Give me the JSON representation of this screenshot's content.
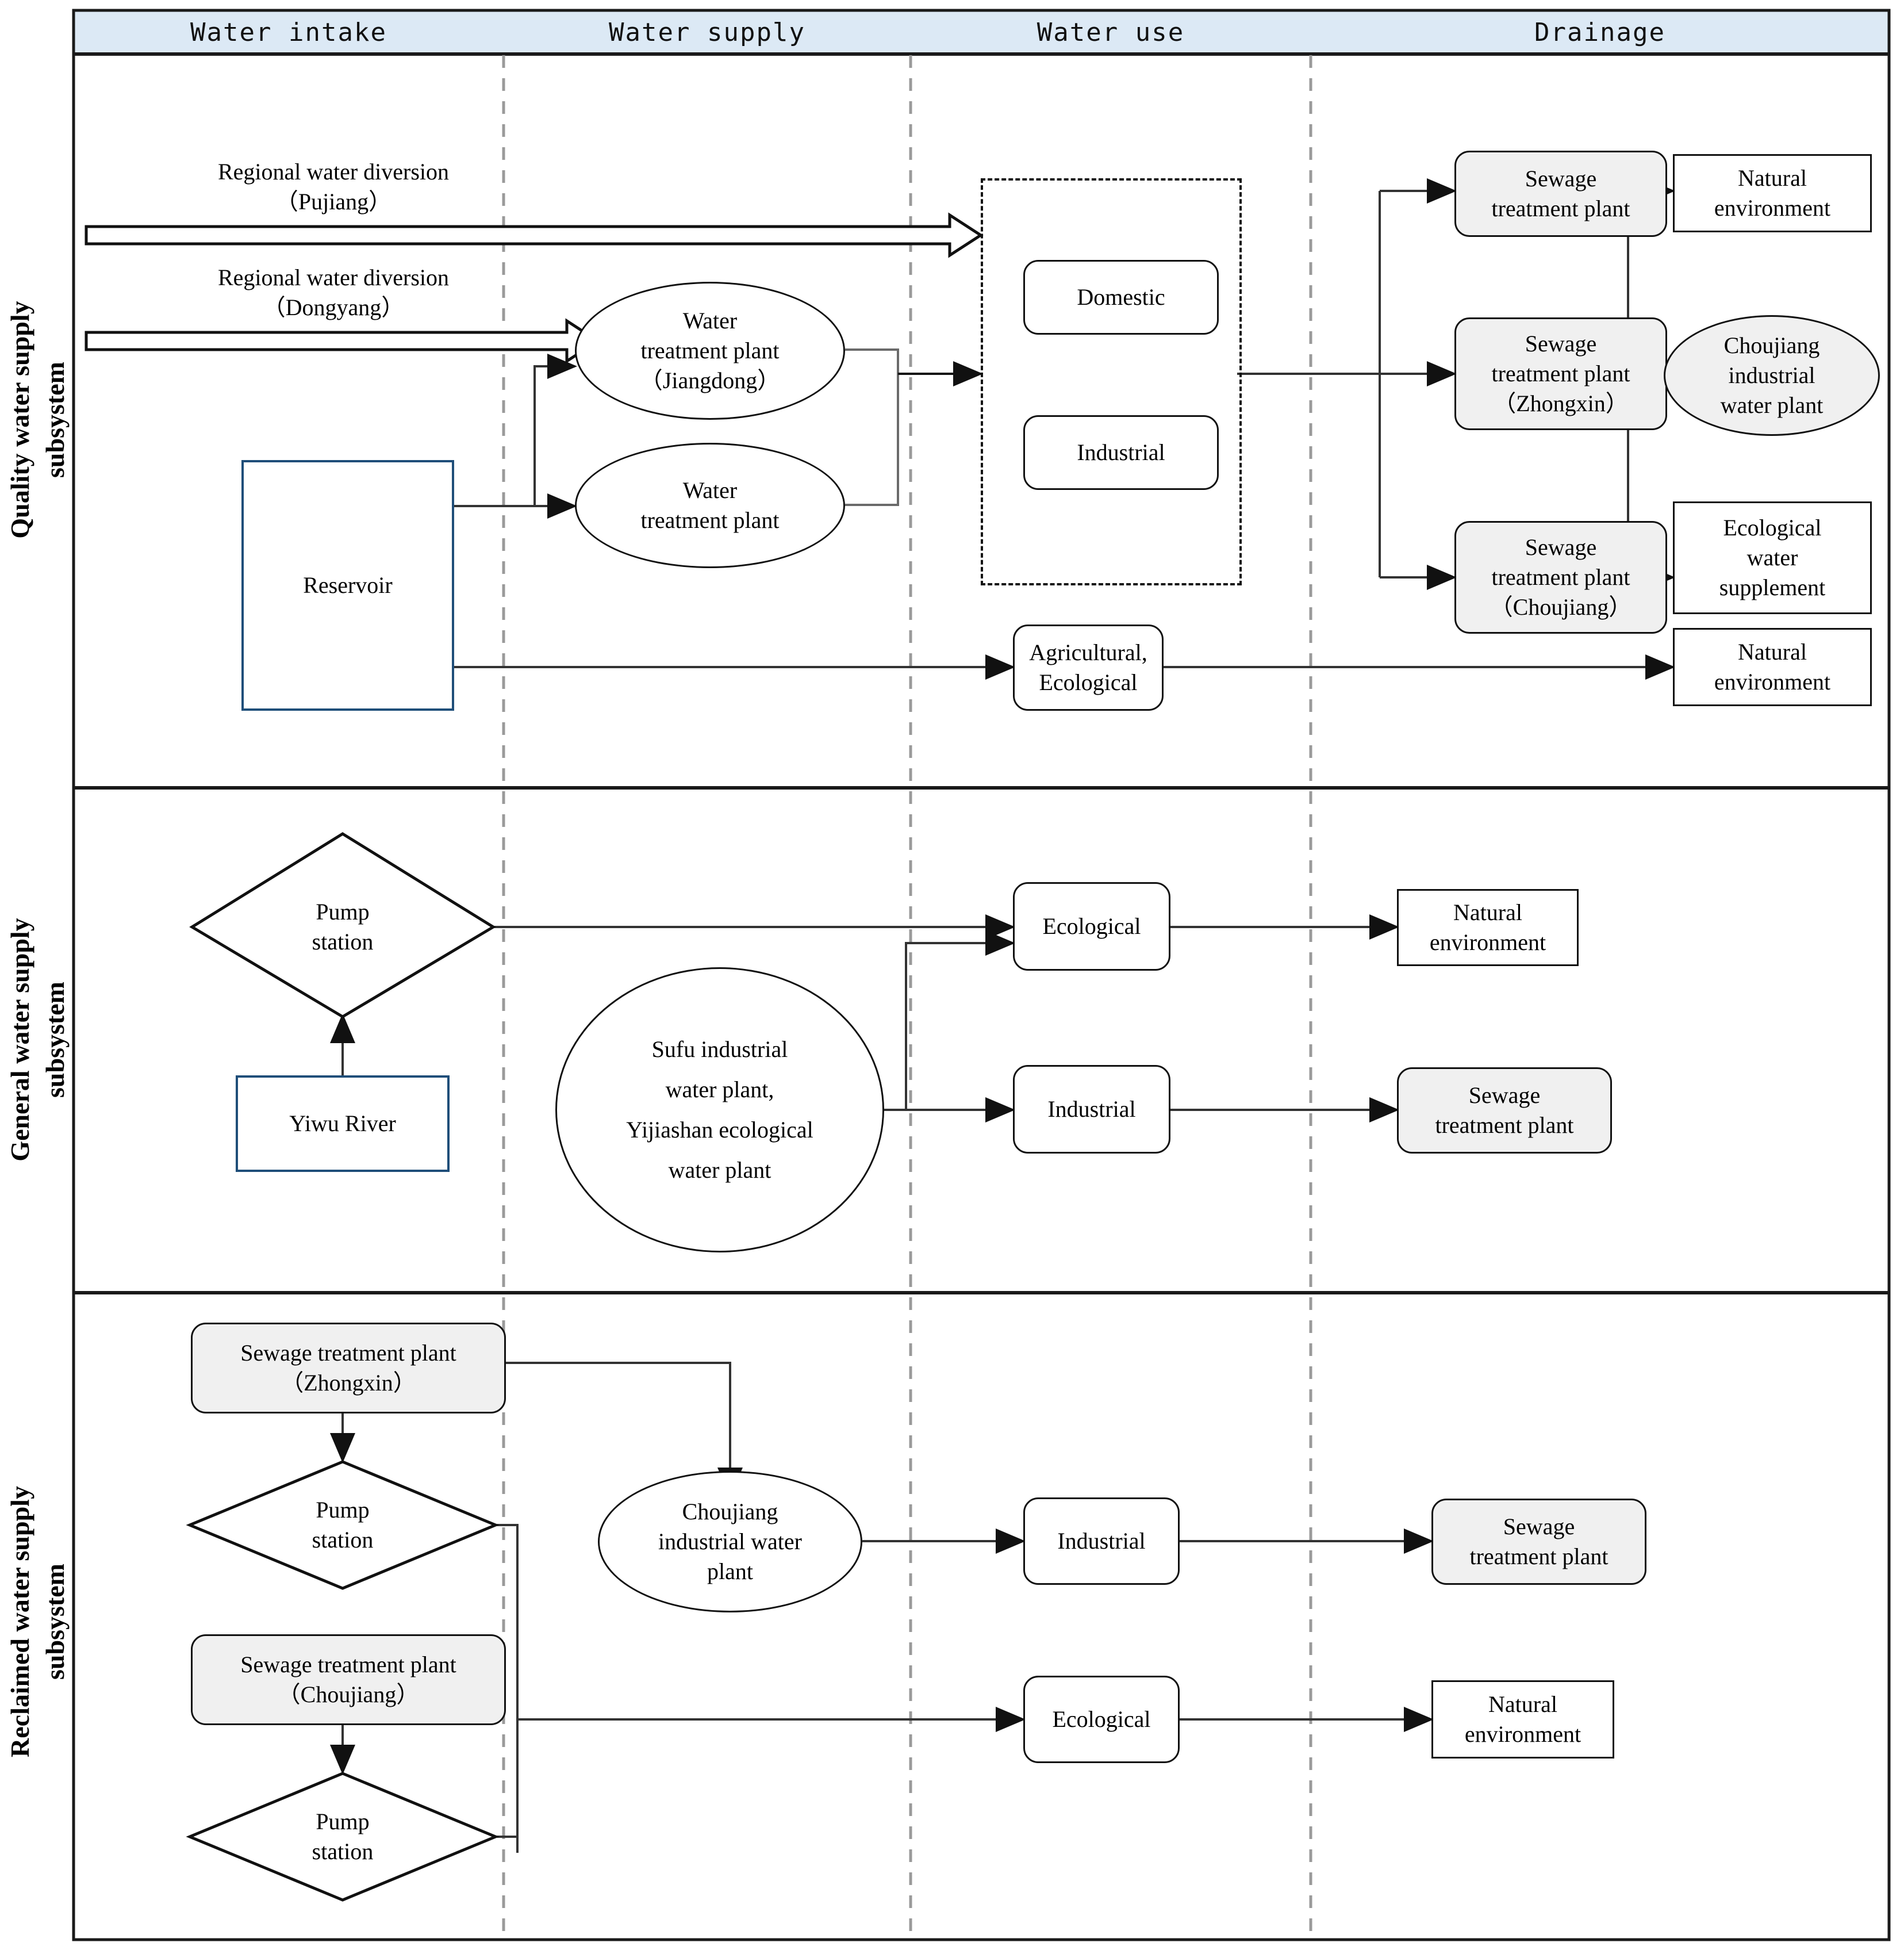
{
  "figure": {
    "type": "flow-diagram",
    "title_present": false,
    "columns": [
      {
        "id": "intake",
        "label": "Water intake"
      },
      {
        "id": "supply",
        "label": "Water supply"
      },
      {
        "id": "use",
        "label": "Water use"
      },
      {
        "id": "drainage",
        "label": "Drainage"
      }
    ],
    "rows": [
      {
        "id": "quality",
        "label_line1": "Quality water supply",
        "label_line2": "subsystem"
      },
      {
        "id": "general",
        "label_line1": "General water supply",
        "label_line2": "subsystem"
      },
      {
        "id": "reclaimed",
        "label_line1": "Reclaimed water supply",
        "label_line2": "subsystem"
      }
    ],
    "colors": {
      "header_fill": "#dce9f5",
      "border": "#1a1a1a",
      "gray_fill": "#f0f0f0",
      "blue_border": "#1f4e79",
      "divider_dashed": "#9a9a9a"
    }
  },
  "quality": {
    "intake": {
      "diversion_pujiang_line1": "Regional water diversion",
      "diversion_pujiang_line2": "（Pujiang）",
      "diversion_dongyang_line1": "Regional water diversion",
      "diversion_dongyang_line2": "（Dongyang）",
      "reservoir": "Reservoir"
    },
    "supply": {
      "wtp_jiangdong_line1": "Water",
      "wtp_jiangdong_line2": "treatment plant",
      "wtp_jiangdong_line3": "（Jiangdong）",
      "wtp_plain_line1": "Water",
      "wtp_plain_line2": "treatment plant"
    },
    "use": {
      "domestic": "Domestic",
      "industrial": "Industrial",
      "agri_eco_line1": "Agricultural,",
      "agri_eco_line2": "Ecological"
    },
    "drainage": {
      "stp_plain_line1": "Sewage",
      "stp_plain_line2": "treatment plant",
      "stp_zhongxin_line1": "Sewage",
      "stp_zhongxin_line2": "treatment plant",
      "stp_zhongxin_line3": "（Zhongxin）",
      "stp_choujiang_line1": "Sewage",
      "stp_choujiang_line2": "treatment plant",
      "stp_choujiang_line3": "（Choujiang）",
      "natural_env_top_line1": "Natural",
      "natural_env_top_line2": "environment",
      "choujiang_plant_line1": "Choujiang",
      "choujiang_plant_line2": "industrial",
      "choujiang_plant_line3": "water plant",
      "eco_supplement_line1": "Ecological",
      "eco_supplement_line2": "water",
      "eco_supplement_line3": "supplement",
      "natural_env_bottom_line1": "Natural",
      "natural_env_bottom_line2": "environment"
    }
  },
  "general": {
    "intake": {
      "pump_station_line1": "Pump",
      "pump_station_line2": "station",
      "yiwu_river": "Yiwu River"
    },
    "supply": {
      "plants_line1": "Sufu industrial",
      "plants_line2": "water plant,",
      "plants_line3": "Yijiashan ecological",
      "plants_line4": "water plant"
    },
    "use": {
      "ecological": "Ecological",
      "industrial": "Industrial"
    },
    "drainage": {
      "natural_env_line1": "Natural",
      "natural_env_line2": "environment",
      "stp_line1": "Sewage",
      "stp_line2": "treatment plant"
    }
  },
  "reclaimed": {
    "intake": {
      "stp_zhongxin_line1": "Sewage treatment plant",
      "stp_zhongxin_line2": "（Zhongxin）",
      "pump_station_top_line1": "Pump",
      "pump_station_top_line2": "station",
      "stp_choujiang_line1": "Sewage treatment plant",
      "stp_choujiang_line2": "（Choujiang）",
      "pump_station_bottom_line1": "Pump",
      "pump_station_bottom_line2": "station"
    },
    "supply": {
      "choujiang_plant_line1": "Choujiang",
      "choujiang_plant_line2": "industrial water",
      "choujiang_plant_line3": "plant"
    },
    "use": {
      "industrial": "Industrial",
      "ecological": "Ecological"
    },
    "drainage": {
      "stp_line1": "Sewage",
      "stp_line2": "treatment plant",
      "natural_env_line1": "Natural",
      "natural_env_line2": "environment"
    }
  }
}
